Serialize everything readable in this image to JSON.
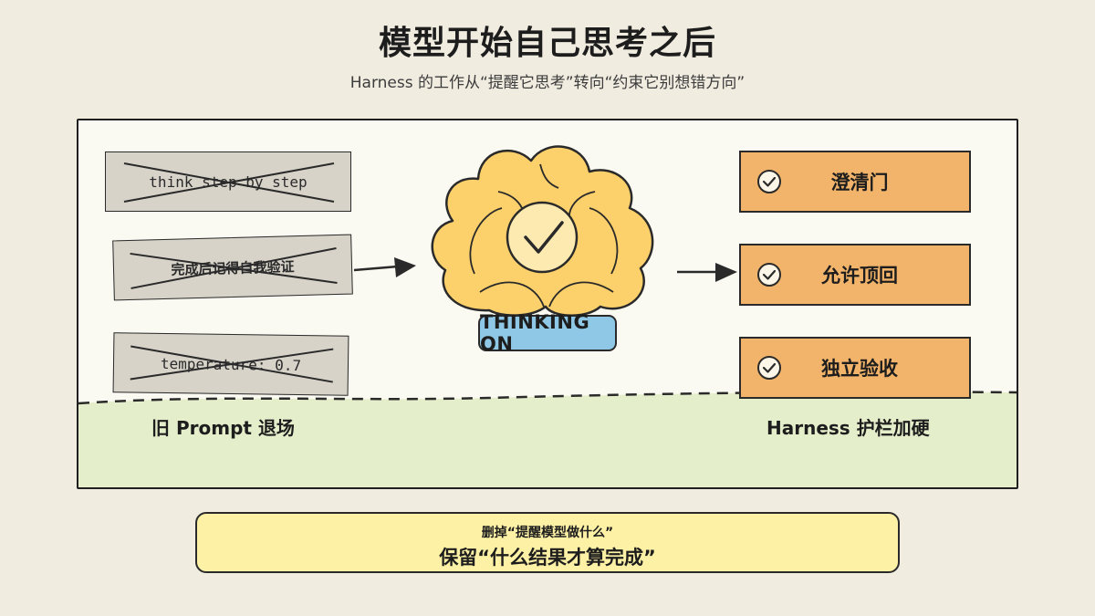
{
  "title": "模型开始自己思考之后",
  "subtitle": "Harness 的工作从“提醒它思考”转向“约束它别想错方向”",
  "old_prompts": [
    "think step by step",
    "完成后记得自我验证",
    "temperature: 0.7"
  ],
  "thinking_label": "THINKING ON",
  "gates": [
    "澄清门",
    "允许顶回",
    "独立验收"
  ],
  "left_label": "旧 Prompt 退场",
  "right_label": "Harness 护栏加硬",
  "note": {
    "line1": "删掉“提醒模型做什么”",
    "line2": "保留“什么结果才算完成”"
  },
  "colors": {
    "background": "#f1ece0",
    "old_box": "#d7d3c9",
    "gate": "#f2b46a",
    "cloud": "#fcd06a",
    "ground": "#e5eecb",
    "tag": "#8ec8e6",
    "note": "#fdf1a6"
  },
  "icons": [
    "cross-out-icon",
    "check-circle-icon",
    "arrow-right-icon",
    "brain-cloud-icon"
  ]
}
